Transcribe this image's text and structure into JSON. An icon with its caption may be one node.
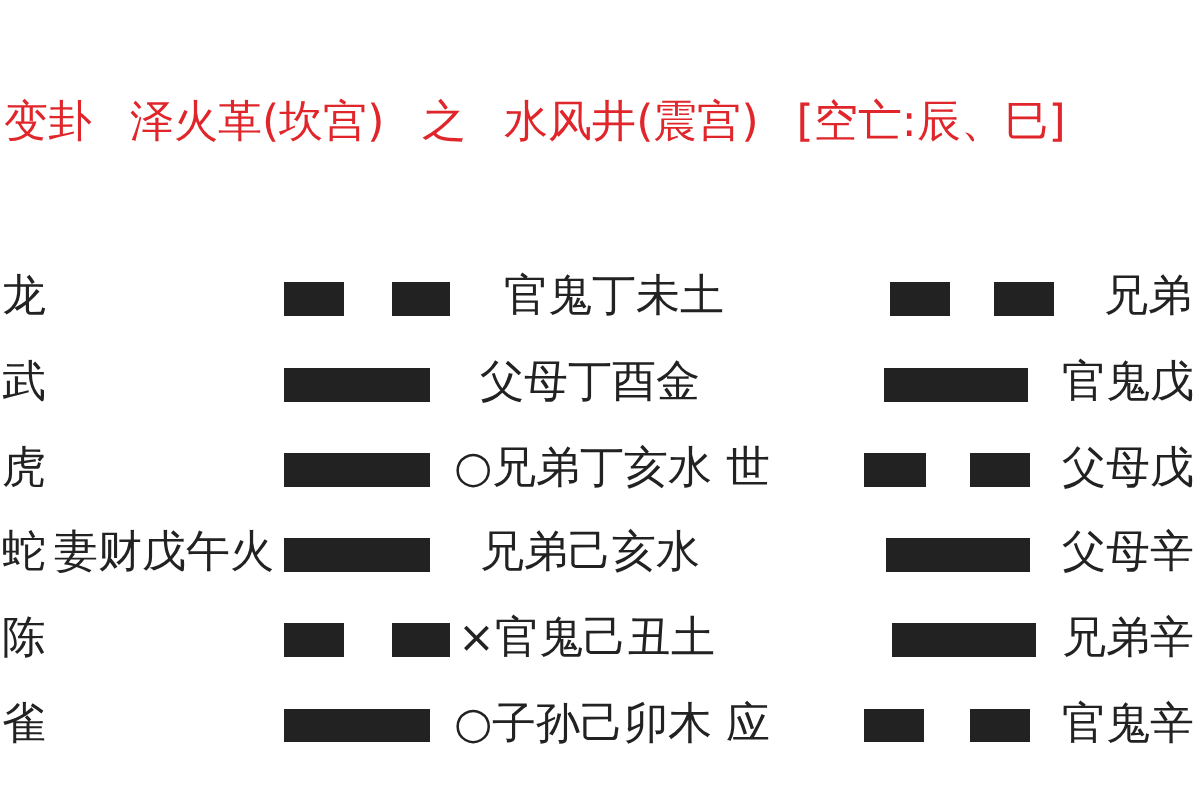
{
  "diagram": {
    "title": "变卦 泽火革(坎宫) 之 水风井(震宫) [空亡:辰、巳]",
    "labels": [
      "龙",
      "官鬼丁未土",
      "兄弟",
      "武",
      "父母丁酉金",
      "官鬼戊",
      "虎",
      "○兄弟丁亥水 世",
      "父母戊",
      "蛇",
      "妻财戊午火",
      "兄弟己亥水",
      "父母辛",
      "陈",
      "×官鬼己丑土",
      "兄弟辛",
      "雀",
      "○子孙己卯木 应",
      "官鬼辛"
    ]
  }
}
